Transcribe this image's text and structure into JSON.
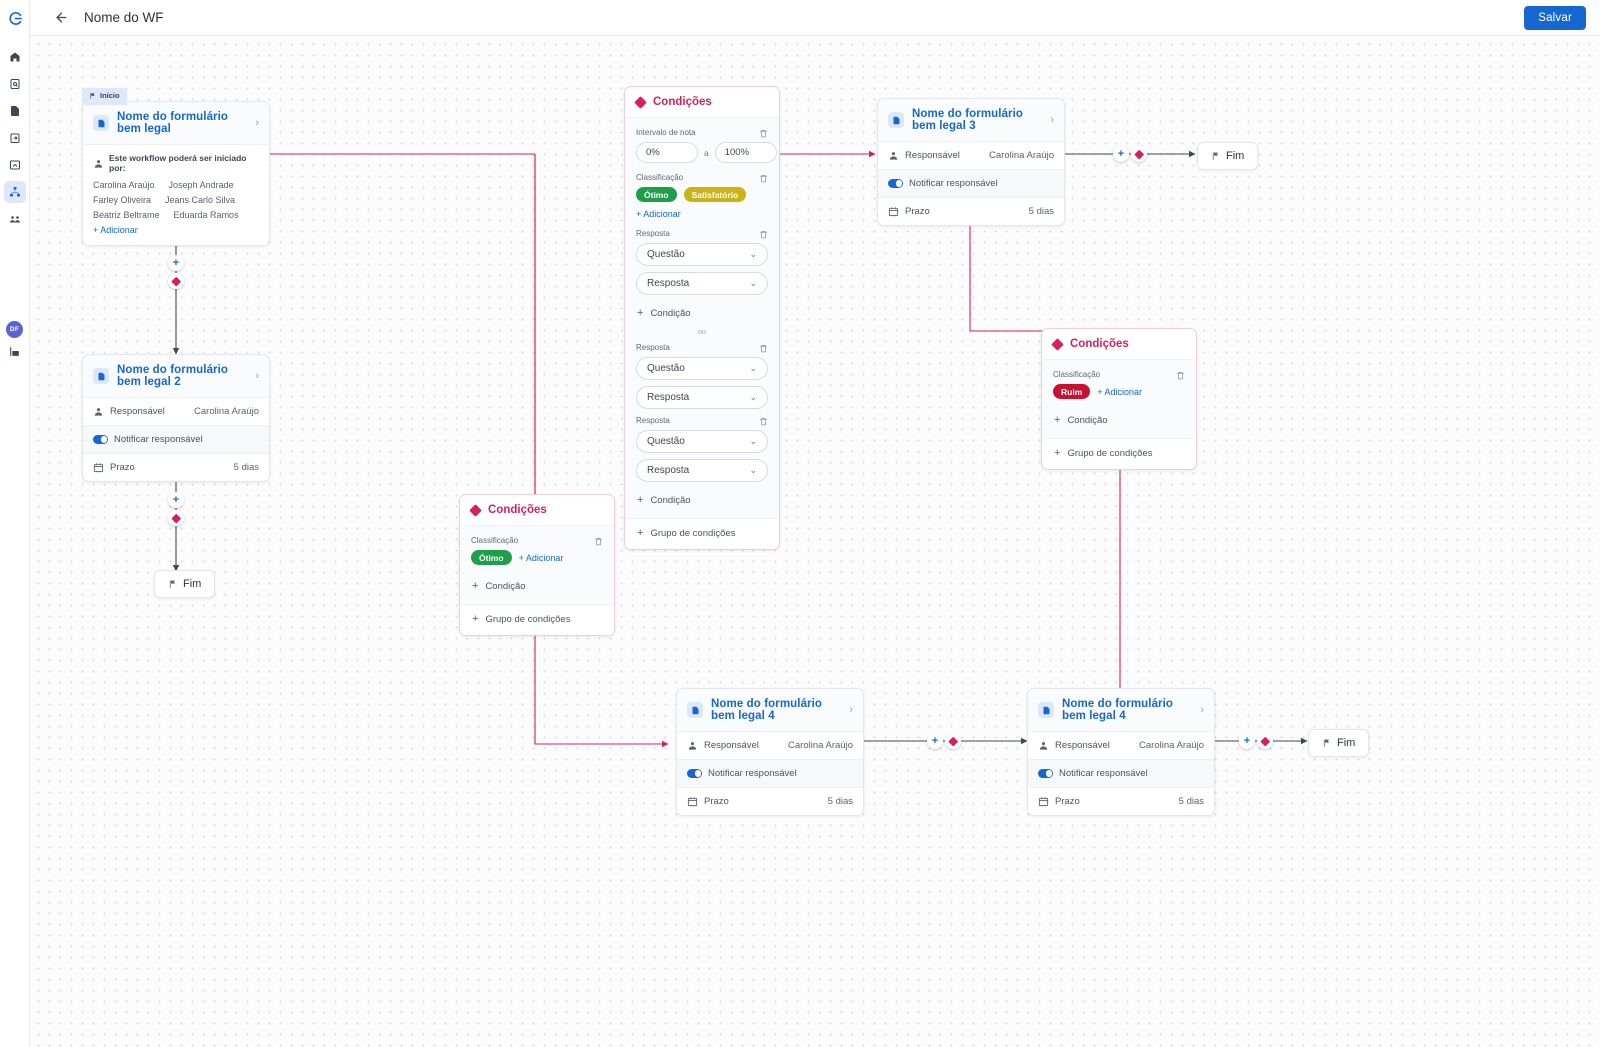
{
  "topbar": {
    "back_icon": "arrow-left-icon",
    "title": "Nome do WF",
    "save_label": "Salvar"
  },
  "rail": {
    "logo": "c-logo",
    "avatar_initials": "DF",
    "items": [
      {
        "icon": "home-icon",
        "name": "home",
        "active": false
      },
      {
        "icon": "search-document-icon",
        "name": "search",
        "active": false
      },
      {
        "icon": "document-icon",
        "name": "documents",
        "active": false
      },
      {
        "icon": "clipboard-export-icon",
        "name": "tasks",
        "active": false
      },
      {
        "icon": "chart-box-icon",
        "name": "reports",
        "active": false
      },
      {
        "icon": "workflow-icon",
        "name": "workflows",
        "active": true
      },
      {
        "icon": "people-icon",
        "name": "teams",
        "active": false
      }
    ],
    "bottom_icon": "analytics-icon"
  },
  "canvas": {
    "start_badge": {
      "label": "Início",
      "icon": "flag-icon"
    },
    "nodes": [
      {
        "id": "form1",
        "type": "form",
        "title": "Nome do formulário bem legal",
        "starters_label": "Este workflow poderá ser iniciado por:",
        "starters": [
          "Carolina Araújo",
          "Joseph Andrade",
          "Farley Oliveira",
          "Jeans Carlo Silva",
          "Beatriz Beltrame",
          "Eduarda Ramos"
        ],
        "add_label": "+ Adicionar"
      },
      {
        "id": "form2",
        "type": "form",
        "title": "Nome do formulário bem legal 2",
        "responsavel_label": "Responsável",
        "responsavel_value": "Carolina Araújo",
        "notify_label": "Notificar responsável",
        "prazo_label": "Prazo",
        "prazo_value": "5 dias"
      },
      {
        "id": "form3",
        "type": "form",
        "title": "Nome do formulário bem legal 3",
        "responsavel_label": "Responsável",
        "responsavel_value": "Carolina Araújo",
        "notify_label": "Notificar responsável",
        "prazo_label": "Prazo",
        "prazo_value": "5 dias"
      },
      {
        "id": "form4a",
        "type": "form",
        "title": "Nome do formulário bem legal 4",
        "responsavel_label": "Responsável",
        "responsavel_value": "Carolina Araújo",
        "notify_label": "Notificar responsável",
        "prazo_label": "Prazo",
        "prazo_value": "5 dias"
      },
      {
        "id": "form4b",
        "type": "form",
        "title": "Nome do formulário bem legal 4",
        "responsavel_label": "Responsável",
        "responsavel_value": "Carolina Araújo",
        "notify_label": "Notificar responsável",
        "prazo_label": "Prazo",
        "prazo_value": "5 dias"
      }
    ],
    "conditions_main": {
      "title": "Condições",
      "interval_label": "Intervalo de nota",
      "interval_from": "0%",
      "interval_sep": "a",
      "interval_to": "100%",
      "classificacao_label": "Classificação",
      "tags": [
        {
          "label": "Ótimo",
          "color": "#1f9e4a"
        },
        {
          "label": "Satisfatório",
          "color": "#c9b315"
        }
      ],
      "add_tag_label": "+ Adicionar",
      "resposta_label": "Resposta",
      "questao_placeholder": "Questão",
      "resposta_placeholder": "Resposta",
      "add_condicao_label": "Condição",
      "or_label": "ou",
      "add_grupo_label": "Grupo de condições"
    },
    "conditions_left": {
      "title": "Condições",
      "classificacao_label": "Classificação",
      "tags": [
        {
          "label": "Ótimo",
          "color": "#1f9e4a"
        }
      ],
      "add_tag_label": "+ Adicionar",
      "add_condicao_label": "Condição",
      "add_grupo_label": "Grupo de condições"
    },
    "conditions_right": {
      "title": "Condições",
      "classificacao_label": "Classificação",
      "tags": [
        {
          "label": "Ruim",
          "color": "#c41230"
        }
      ],
      "add_tag_label": "+ Adicionar",
      "add_condicao_label": "Condição",
      "add_grupo_label": "Grupo de condições"
    },
    "end_nodes": [
      {
        "id": "end1",
        "label": "Fim"
      },
      {
        "id": "end2",
        "label": "Fim"
      },
      {
        "id": "end3",
        "label": "Fim"
      }
    ],
    "colors": {
      "accent_blue": "#1667cf",
      "condition_pink": "#d61f5c",
      "edge_gray": "#3f4654",
      "edge_pink": "#d61f5c"
    }
  }
}
